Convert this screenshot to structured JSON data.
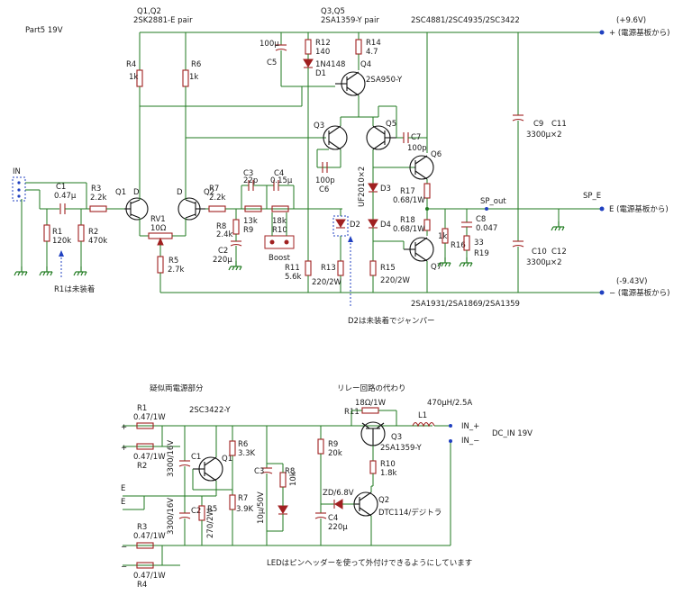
{
  "title": "Part5 19V",
  "top_labels": {
    "q1q2": "Q1,Q2",
    "q1q2_part": "2SK2881-E pair",
    "q3q5": "Q3,Q5",
    "q3q5_part": "2SA1359-Y pair",
    "q6_parts": "2SC4881/2SC4935/2SC3422",
    "q7_parts": "2SA1931/2SA1869/2SA1359"
  },
  "rails": {
    "pos": "(+9.6V)",
    "pos_term": "+ (電源基板から)",
    "neg": "(-9.43V)",
    "neg_term": "− (電源基板から)",
    "e_term": "E (電源基板から)"
  },
  "nodes": {
    "in": "IN",
    "sp_out": "SP_out",
    "sp_e": "SP_E",
    "boost": "Boost"
  },
  "components": {
    "c1": "C1",
    "c1v": "0.47μ",
    "r1": "R1",
    "r1v": "120k",
    "r2": "R2",
    "r2v": "470k",
    "r3": "R3",
    "r3v": "2.2k",
    "r4": "R4",
    "r4v": "1k",
    "r5": "R5",
    "r5v": "2.7k",
    "r6": "R6",
    "r6v": "1k",
    "r7": "R7",
    "r7v": "2.2k",
    "r8": "R8",
    "r8v": "2.4k",
    "r9": "R9",
    "r9v": "13k",
    "r10": "R10",
    "r10v": "18k",
    "r11": "R11",
    "r11v": "5.6k",
    "r12": "R12",
    "r12v": "140",
    "r13": "R13",
    "r13v": "220/2W",
    "r14": "R14",
    "r14v": "4.7",
    "r15": "R15",
    "r15v": "220/2W",
    "r16": "R16",
    "r16v": "1k",
    "r17": "R17",
    "r17v": "0.68/1W",
    "r18": "R18",
    "r18v": "0.68/1W",
    "r19": "R19",
    "r19v": "33",
    "rv1": "RV1",
    "rv1v": "10Ω",
    "c2": "C2",
    "c2v": "220μ",
    "c3": "C3",
    "c3v": "22p",
    "c4": "C4",
    "c4v": "0.15μ",
    "c5": "C5",
    "c5v": "100μ",
    "c6": "C6",
    "c6v": "100p",
    "c7": "C7",
    "c7v": "100p",
    "c8": "C8",
    "c8v": "0.047",
    "c9": "C9",
    "c11": "C11",
    "c9v": "3300μ×2",
    "c10": "C10",
    "c12": "C12",
    "c10v": "3300μ×2",
    "d1": "D1",
    "d1v": "1N4148",
    "d2": "D2",
    "d3": "D3",
    "d4": "D4",
    "d34v": "UF2010×2",
    "q1": "Q1",
    "q2": "Q2",
    "q3": "Q3",
    "q4": "Q4",
    "q4v": "2SA950-Y",
    "q5": "Q5",
    "q6": "Q6",
    "q7": "Q7",
    "d_mark1": "D",
    "d_mark2": "D"
  },
  "notes": {
    "r1_note": "R1は未装着",
    "d2_note": "D2は未装着でジャンパー",
    "led_note": "LEDはピンヘッダーを使って外付けできるようにしています"
  },
  "psu": {
    "title": "疑似両電源部分",
    "q1_part": "2SC3422-Y",
    "r1": "R1",
    "r1v": "0.47/1W",
    "r2": "R2",
    "r2v": "0.47/1W",
    "r3": "R3",
    "r3v": "0.47/1W",
    "r4": "R4",
    "r4v": "0.47/1W",
    "c1": "C1",
    "c1v": "3300/16V",
    "c2": "C2",
    "c2v": "3300/16V",
    "q1": "Q1",
    "r5": "R5",
    "r5v": "270/2W",
    "r6": "R6",
    "r6v": "3.3K",
    "r7": "R7",
    "r7v": "3.9K",
    "c3": "C3",
    "c3v": "10μ/50V",
    "r8": "R8",
    "r8v": "10k",
    "plus1": "+",
    "plus2": "+",
    "e1": "E",
    "e2": "E",
    "minus1": "−",
    "minus2": "−"
  },
  "relay": {
    "title": "リレー回路の代わり",
    "r11": "R11",
    "r11v": "18Ω/1W",
    "l1": "L1",
    "l1v": "470μH/2.5A",
    "q3": "Q3",
    "q3v": "2SA1359-Y",
    "r9": "R9",
    "r9v": "20k",
    "r10": "R10",
    "r10v": "1.8k",
    "zd": "ZD/6.8V",
    "q2": "Q2",
    "q2v": "DTC114/デジトラ",
    "c4": "C4",
    "c4v": "220μ",
    "in_plus": "IN_+",
    "in_minus": "IN_−",
    "dc_in": "DC_IN 19V"
  }
}
